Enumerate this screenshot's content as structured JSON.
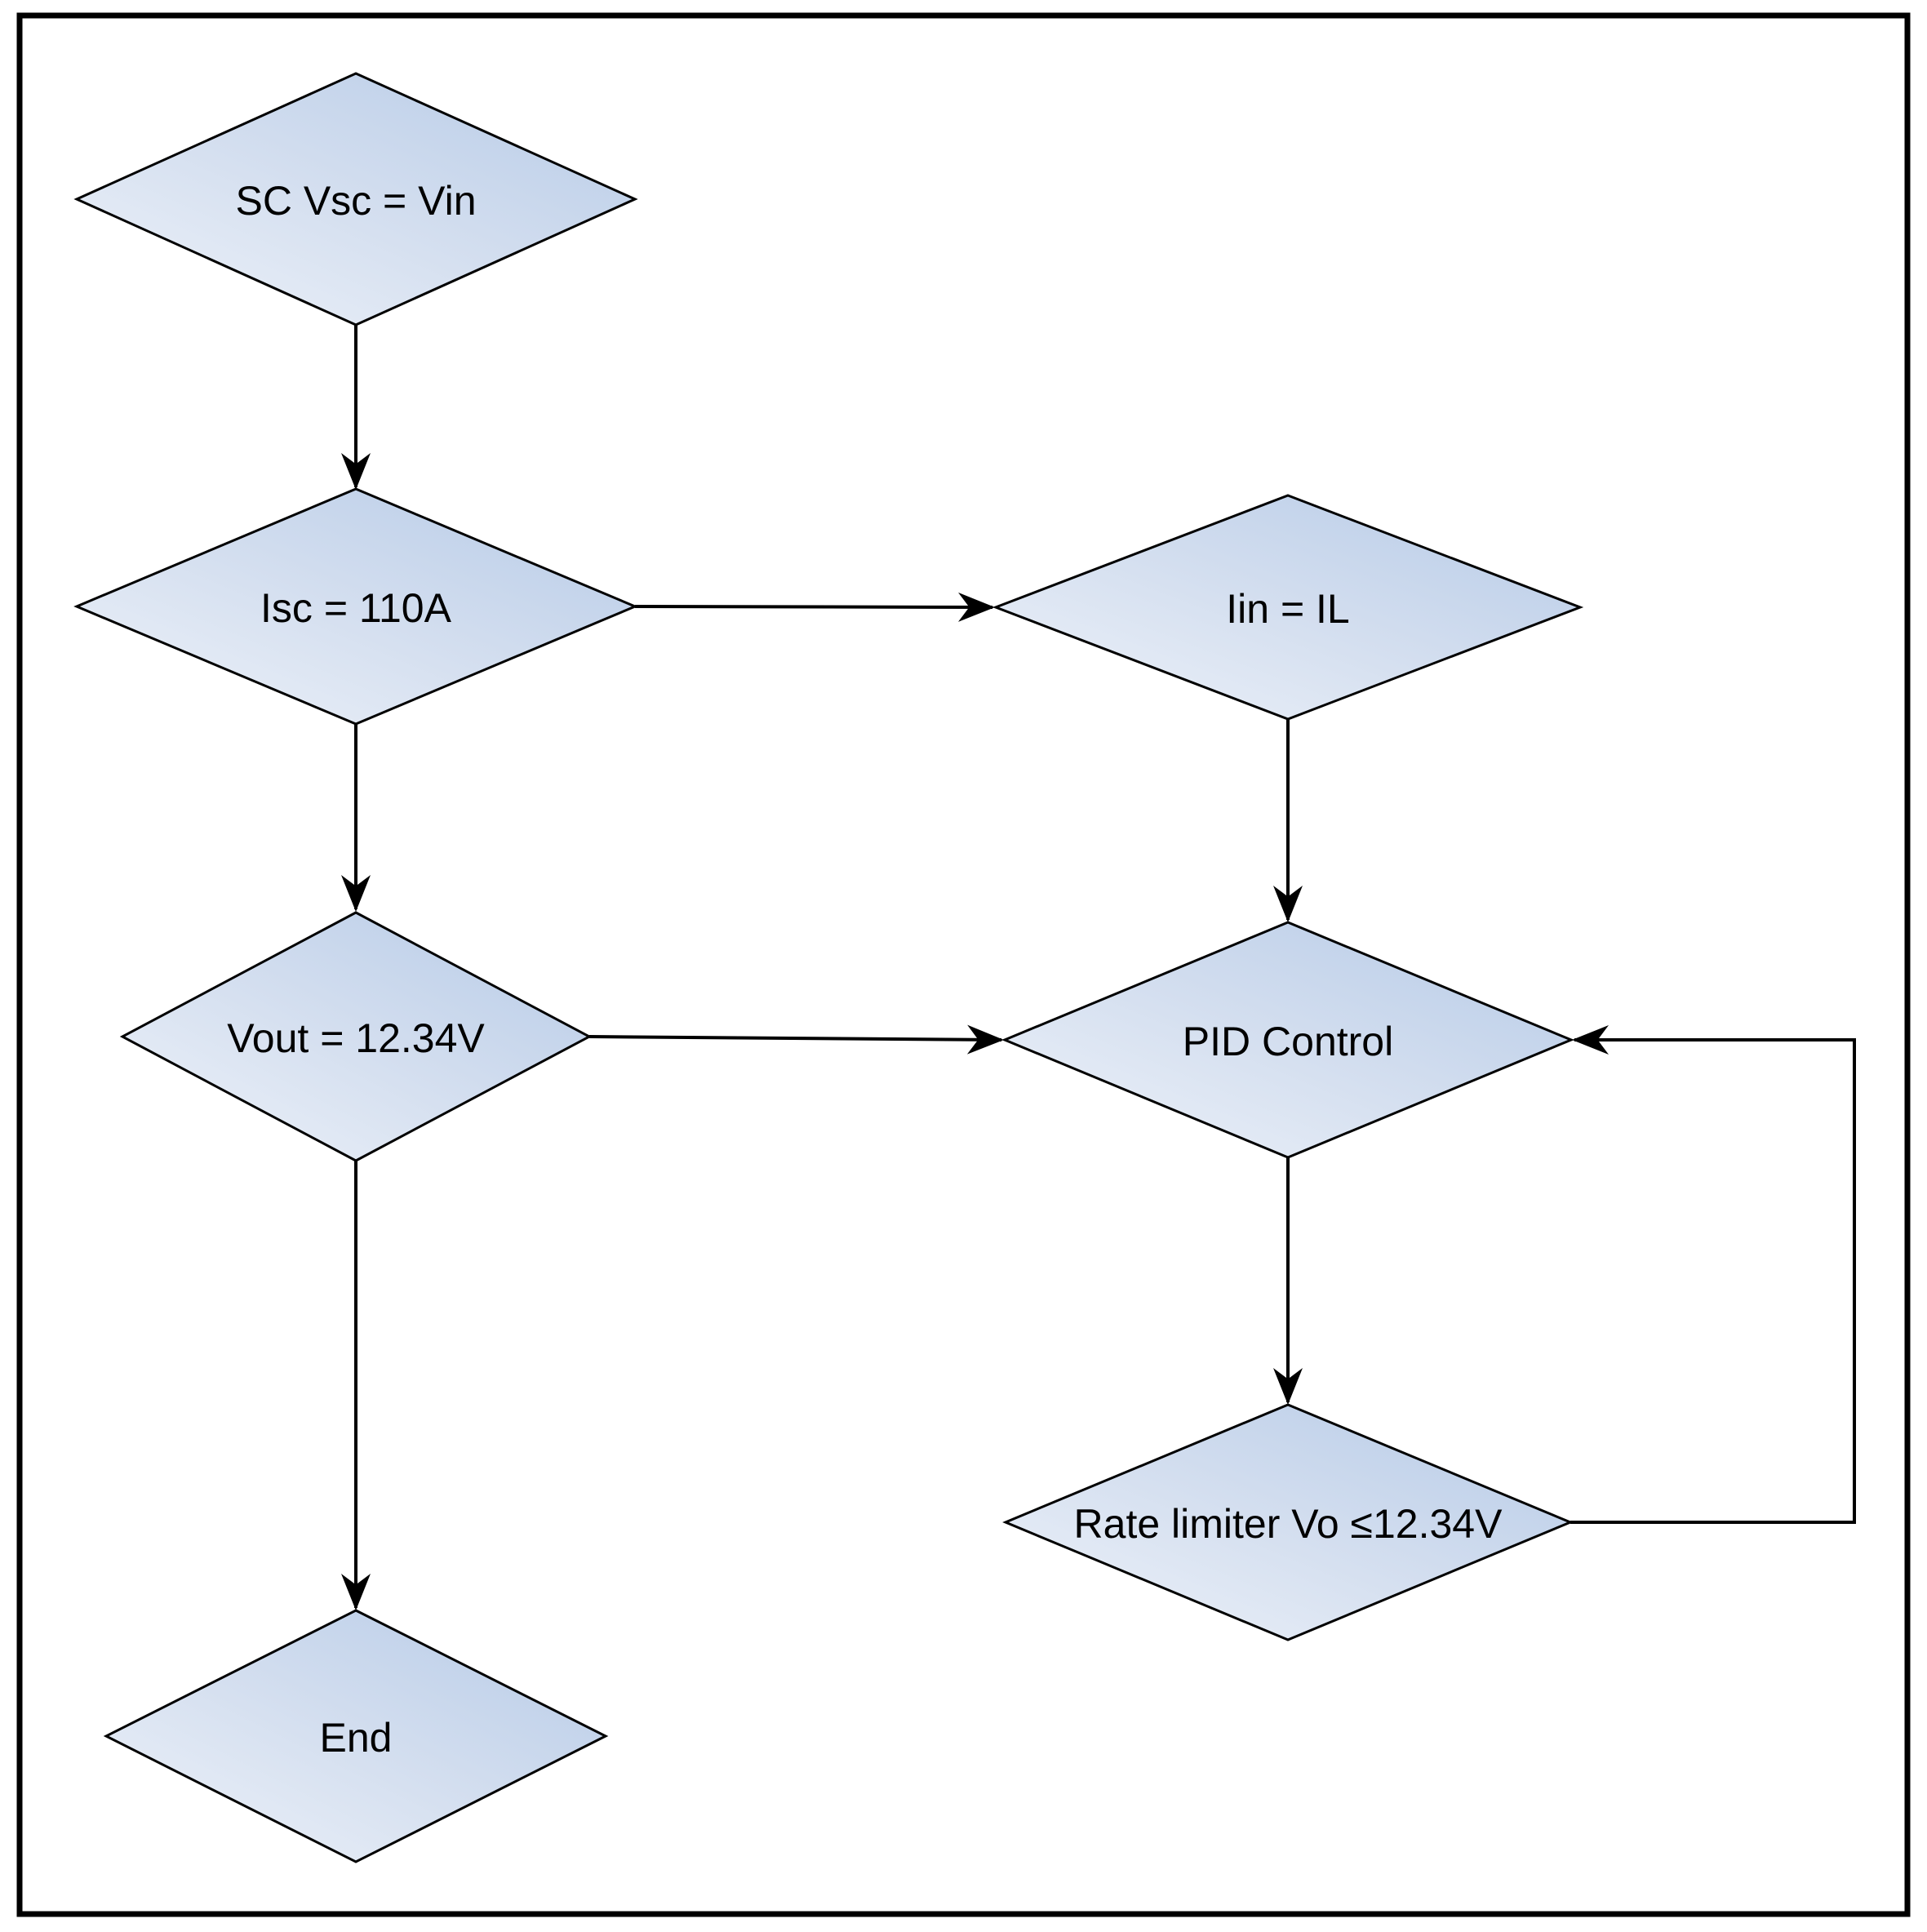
{
  "diagram": {
    "type": "flowchart",
    "nodes": [
      {
        "id": "start",
        "label": "SC Vsc = Vin",
        "shape": "diamond"
      },
      {
        "id": "isc",
        "label": "Isc = 110A",
        "shape": "diamond"
      },
      {
        "id": "iin",
        "label": "Iin = IL",
        "shape": "diamond"
      },
      {
        "id": "vout",
        "label": "Vout = 12.34V",
        "shape": "diamond"
      },
      {
        "id": "pid",
        "label": "PID Control",
        "shape": "diamond"
      },
      {
        "id": "rate_limiter",
        "label": "Rate limiter Vo ≤12.34V",
        "shape": "diamond"
      },
      {
        "id": "end",
        "label": "End",
        "shape": "diamond"
      }
    ],
    "edges": [
      {
        "from": "start",
        "to": "isc",
        "direction": "down"
      },
      {
        "from": "isc",
        "to": "iin",
        "direction": "right"
      },
      {
        "from": "isc",
        "to": "vout",
        "direction": "down"
      },
      {
        "from": "iin",
        "to": "pid",
        "direction": "down"
      },
      {
        "from": "vout",
        "to": "pid",
        "direction": "right"
      },
      {
        "from": "pid",
        "to": "rate_limiter",
        "direction": "down"
      },
      {
        "from": "rate_limiter",
        "to": "pid",
        "direction": "loop-right-up"
      },
      {
        "from": "vout",
        "to": "end",
        "direction": "down"
      }
    ],
    "colors": {
      "node_fill_light": "#f0f4fa",
      "node_fill_dark": "#b5cae7",
      "node_border": "#000000",
      "edge": "#000000",
      "text": "#000000",
      "page_border": "#000000",
      "background": "#ffffff"
    }
  }
}
